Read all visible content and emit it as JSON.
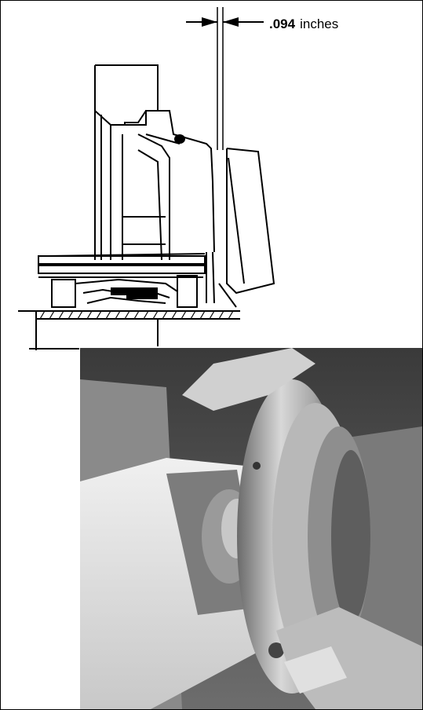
{
  "dimension": {
    "value": ".094",
    "unit": "inches"
  },
  "figure_drawing": {
    "icon": "seal-cross-section-drawing"
  },
  "figure_photo": {
    "icon": "hands-installing-seal-photo"
  }
}
